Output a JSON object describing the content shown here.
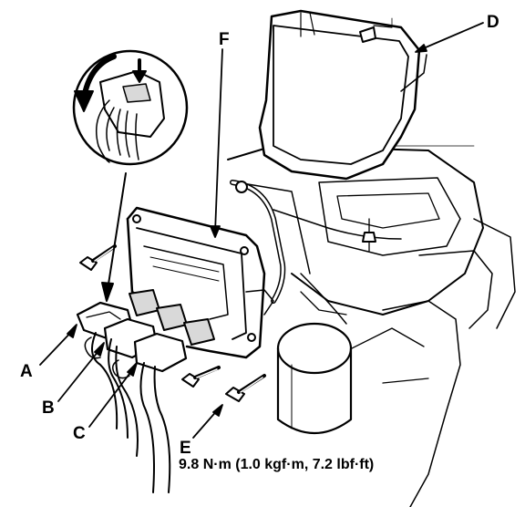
{
  "callouts": {
    "a": "A",
    "b": "B",
    "c": "C",
    "d": "D",
    "e": "E",
    "f": "F"
  },
  "torque_spec": "9.8 N·m (1.0 kgf·m, 7.2 lbf·ft)",
  "colors": {
    "line": "#000000",
    "background": "#ffffff",
    "shade": "#d9d9d9"
  },
  "icons": [
    "rotate-arrow-icon",
    "press-arrow-icon",
    "bolt-icon"
  ]
}
